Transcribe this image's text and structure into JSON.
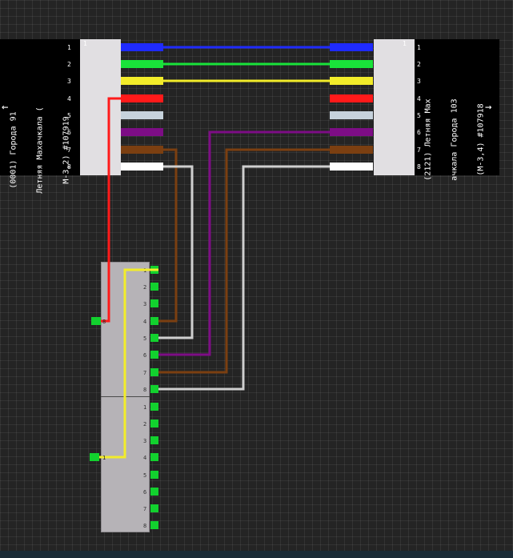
{
  "left_device": {
    "label_lines": [
      "(0001) Города 91",
      "Летняя Махачкала (",
      "М-3,2) #107919"
    ],
    "tag": "1",
    "arrow": "←"
  },
  "right_device": {
    "label_lines": [
      "(2121) Летняя Мах",
      "ачкала Города 103",
      "(М-3,4) #107918"
    ],
    "tag": "1",
    "arrow": "→"
  },
  "port_numbers": [
    "1",
    "2",
    "3",
    "4",
    "5",
    "6",
    "7",
    "8"
  ],
  "panel": {
    "upper_numbers": [
      "1",
      "2",
      "3",
      "4",
      "5",
      "6",
      "7",
      "8"
    ],
    "lower_numbers": [
      "1",
      "2",
      "3",
      "4",
      "5",
      "6",
      "7",
      "8"
    ],
    "left_tag_upper": "8",
    "left_tag_lower": "1"
  },
  "colors": {
    "blue": "#1f2bff",
    "green": "#19e33a",
    "yellow": "#f2ec2a",
    "red": "#ff1a1a",
    "lightblue": "#c6d2dc",
    "purple": "#7d0d85",
    "brown": "#7b3f11",
    "white": "#ffffff",
    "port_green": "#12d12e"
  }
}
